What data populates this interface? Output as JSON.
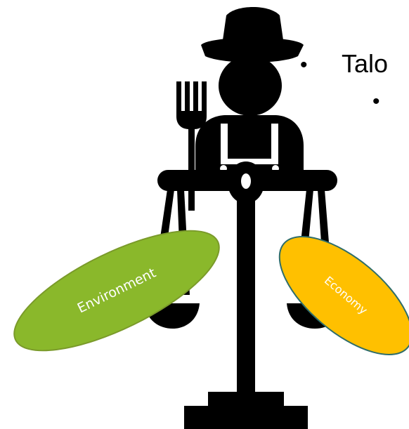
{
  "slide": {
    "bullets": [
      {
        "marker": "•",
        "text": "Talo"
      },
      {
        "marker": "•",
        "text": ""
      }
    ]
  },
  "illustration": {
    "icon": "farmer-with-pitchfork-balance-scale-icon",
    "figure_color": "#000000",
    "left_pan": {
      "label": "Environment",
      "fill": "#8ab82b",
      "stroke": "#7a9a2a"
    },
    "right_pan": {
      "label": "Economy",
      "fill": "#ffc000",
      "stroke": "#2f6d6a"
    }
  }
}
